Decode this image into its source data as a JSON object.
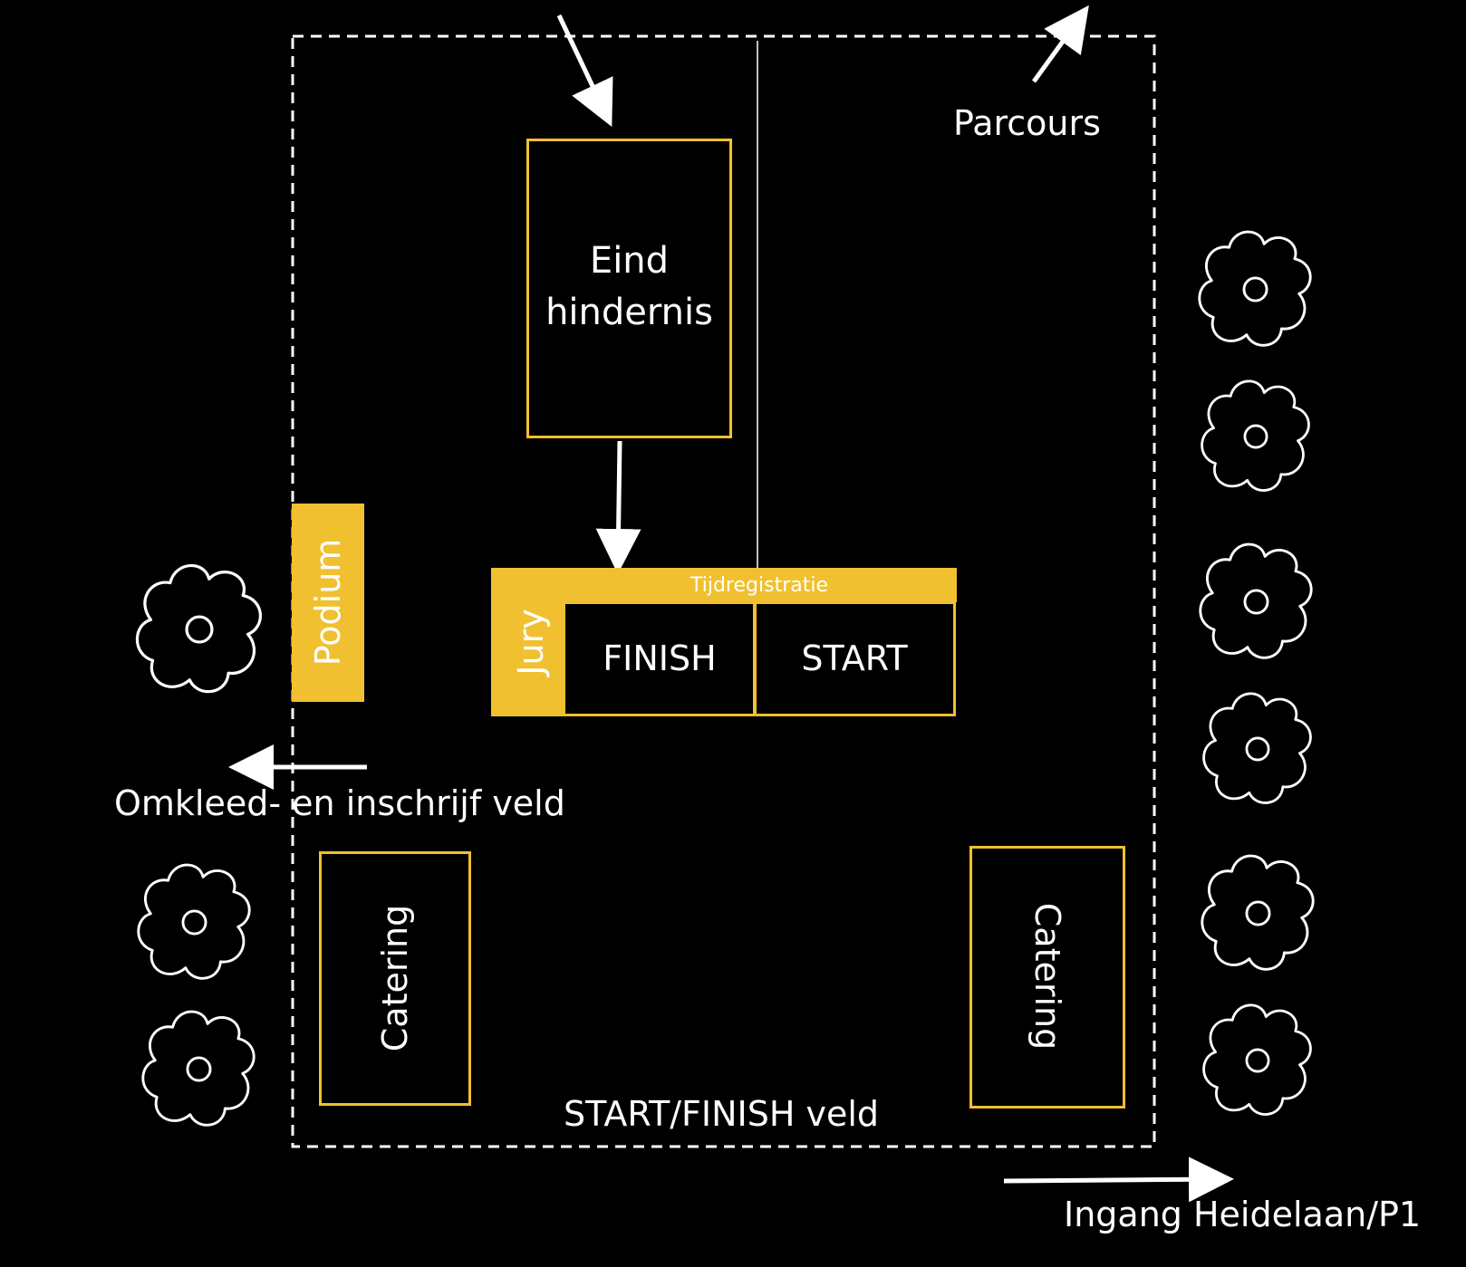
{
  "labels": {
    "parcours": "Parcours",
    "eind_hindernis_line1": "Eind",
    "eind_hindernis_line2": "hindernis",
    "podium": "Podium",
    "jury": "Jury",
    "tijdregistratie": "Tijdregistratie",
    "finish": "FINISH",
    "start": "START",
    "omkleed": "Omkleed- en inschrijf veld",
    "catering_left": "Catering",
    "catering_right": "Catering",
    "start_finish_veld": "START/FINISH veld",
    "ingang": "Ingang Heidelaan/P1"
  },
  "colors": {
    "background": "#000000",
    "accent_yellow": "#f0c030",
    "foreground": "#ffffff"
  },
  "icons": {
    "tree": "tree-icon",
    "arrow": "arrow-icon"
  }
}
